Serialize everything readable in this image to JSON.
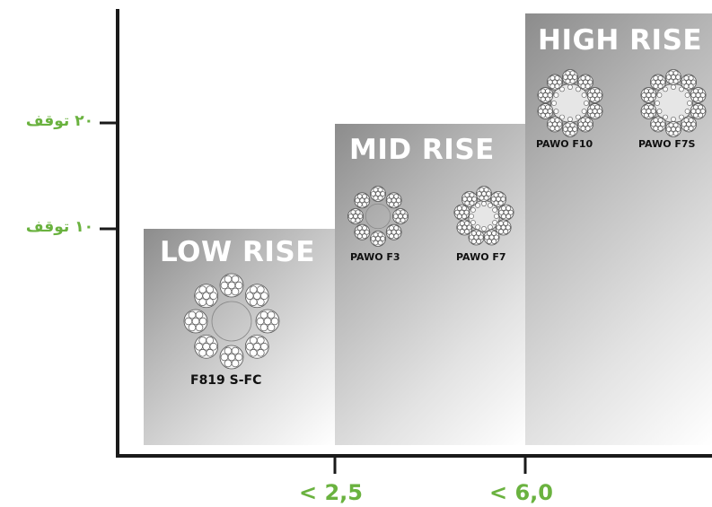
{
  "chart_data": {
    "type": "bar",
    "categories": [
      "LOW RISE",
      "MID RISE",
      "HIGH RISE"
    ],
    "x_ticks": [
      "< 2,5",
      "< 6,0"
    ],
    "y_ticks": [
      {
        "label": "۱۰ توقف",
        "value": 10
      },
      {
        "label": "۲۰ توقف",
        "value": 20
      }
    ],
    "series": [
      {
        "values": [
          10,
          20,
          30
        ]
      }
    ],
    "segments": [
      {
        "name": "LOW RISE",
        "ropes": [
          "F819 S-FC"
        ]
      },
      {
        "name": "MID RISE",
        "ropes": [
          "PAWO F3",
          "PAWO F7"
        ]
      },
      {
        "name": "HIGH RISE",
        "ropes": [
          "PAWO F10",
          "PAWO F7S"
        ]
      }
    ],
    "xlabel": "",
    "ylabel": "",
    "title": "",
    "grid": false,
    "legend": "none",
    "colors": {
      "label_green": "#6ab23f",
      "axis": "#1a1a1a",
      "step_dark": "#8c8c8c",
      "step_light": "#ffffff"
    }
  }
}
